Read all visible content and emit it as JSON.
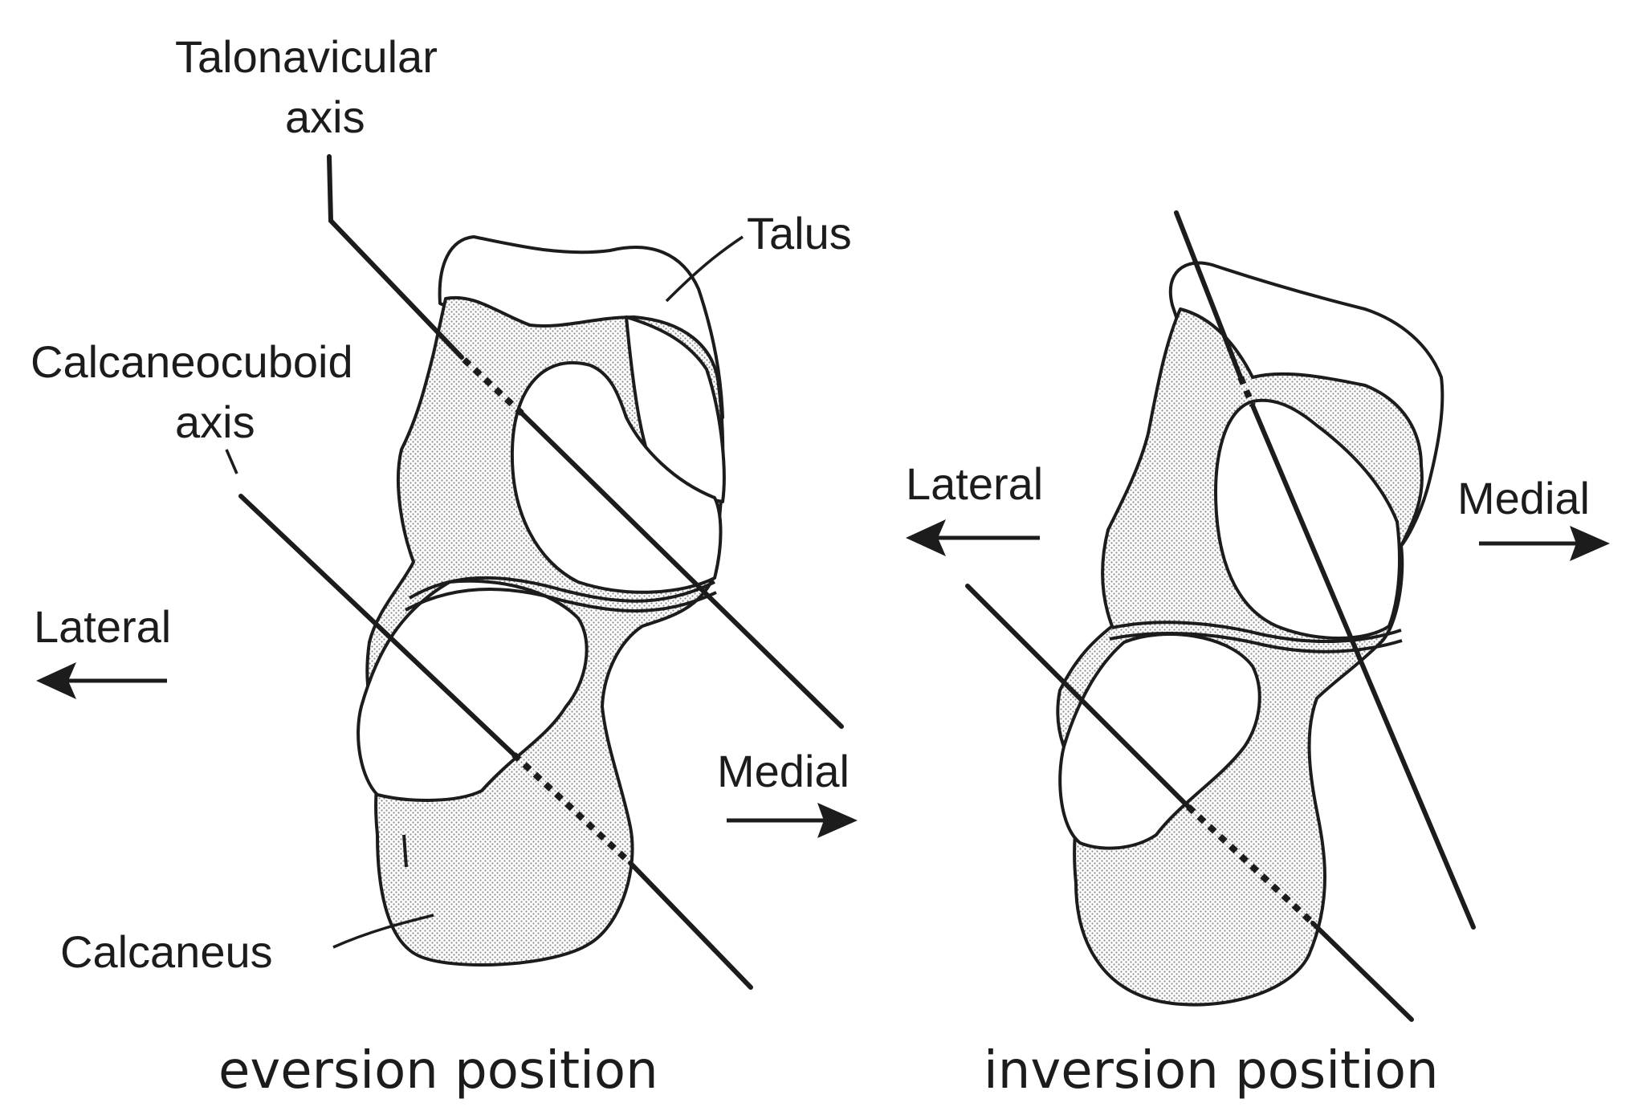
{
  "labels": {
    "talonavicular_line1": "Talonavicular",
    "talonavicular_line2": "axis",
    "talus": "Talus",
    "calcaneocuboid_line1": "Calcaneocuboid",
    "calcaneocuboid_line2": "axis",
    "lateral_left": "Lateral",
    "medial_left": "Medial",
    "calcaneus": "Calcaneus",
    "lateral_right": "Lateral",
    "medial_right": "Medial"
  },
  "captions": {
    "left": "eversion position",
    "right": "inversion position"
  },
  "colors": {
    "ink": "#1c1c1c",
    "stipple": "#8a8a8a",
    "background": "#ffffff"
  }
}
